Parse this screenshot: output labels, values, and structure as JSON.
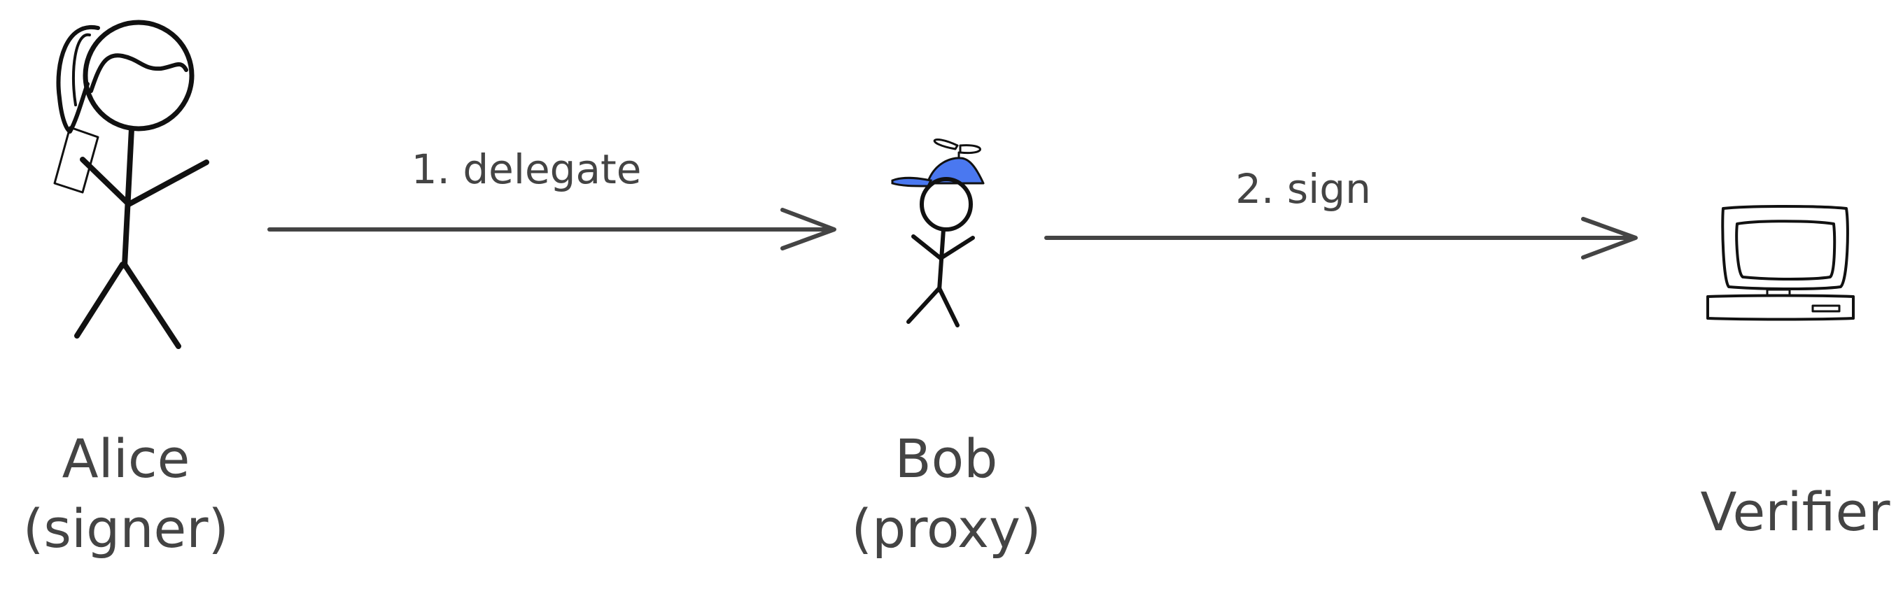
{
  "actors": {
    "alice": {
      "name": "Alice",
      "role": "(signer)"
    },
    "bob": {
      "name": "Bob",
      "role": "(proxy)"
    },
    "verifier": {
      "name": "Verifier"
    }
  },
  "edges": {
    "delegate": {
      "label": "1. delegate"
    },
    "sign": {
      "label": "2. sign"
    }
  },
  "colors": {
    "ink": "#111111",
    "text": "#444444",
    "cap": "#4a78f0"
  }
}
